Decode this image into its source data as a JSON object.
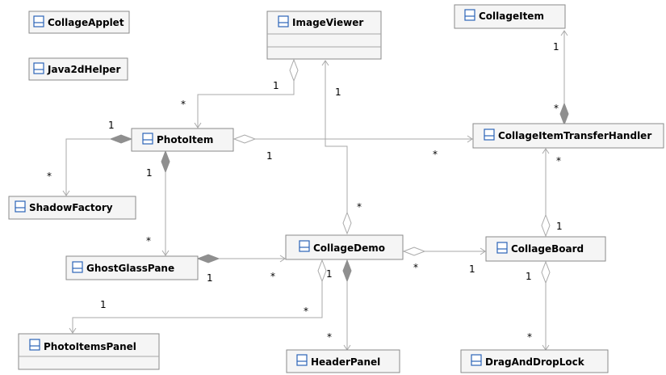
{
  "classes": {
    "collage_applet": "CollageApplet",
    "java2d_helper": "Java2dHelper",
    "image_viewer": "ImageViewer",
    "collage_item": "CollageItem",
    "photo_item": "PhotoItem",
    "collage_item_transfer_handler": "CollageItemTransferHandler",
    "shadow_factory": "ShadowFactory",
    "ghost_glass_pane": "GhostGlassPane",
    "collage_demo": "CollageDemo",
    "collage_board": "CollageBoard",
    "photo_items_panel": "PhotoItemsPanel",
    "header_panel": "HeaderPanel",
    "drag_and_drop_lock": "DragAndDropLock"
  },
  "multiplicities": {
    "imageviewer_photoitem_one": "1",
    "imageviewer_photoitem_many": "*",
    "imageviewer_demo_one": "1",
    "imageviewer_demo_many": "*",
    "collageitem_handler_one": "1",
    "collageitem_handler_many": "*",
    "photoitem_shadow_one": "1",
    "photoitem_shadow_many": "*",
    "photoitem_handler_one": "1",
    "photoitem_handler_many": "*",
    "photoitem_ghost_one": "1",
    "photoitem_ghost_many": "*",
    "board_handler_one": "1",
    "board_handler_many": "*",
    "ghost_demo_one": "1",
    "ghost_demo_many": "*",
    "demo_board_one": "1",
    "demo_board_many": "*",
    "demo_photopanel_one": "1",
    "demo_photopanel_many": "*",
    "demo_header_one": "1",
    "demo_header_many": "*",
    "board_lock_one": "1",
    "board_lock_many": "*"
  },
  "colors": {
    "class_fill": "#f5f5f5",
    "class_border": "#8a8a8a",
    "connector": "#a9a9a9",
    "diamond_filled": "#8f8f8f",
    "icon": "#2b63b8"
  },
  "icons": {
    "class_icon": "class-icon"
  }
}
